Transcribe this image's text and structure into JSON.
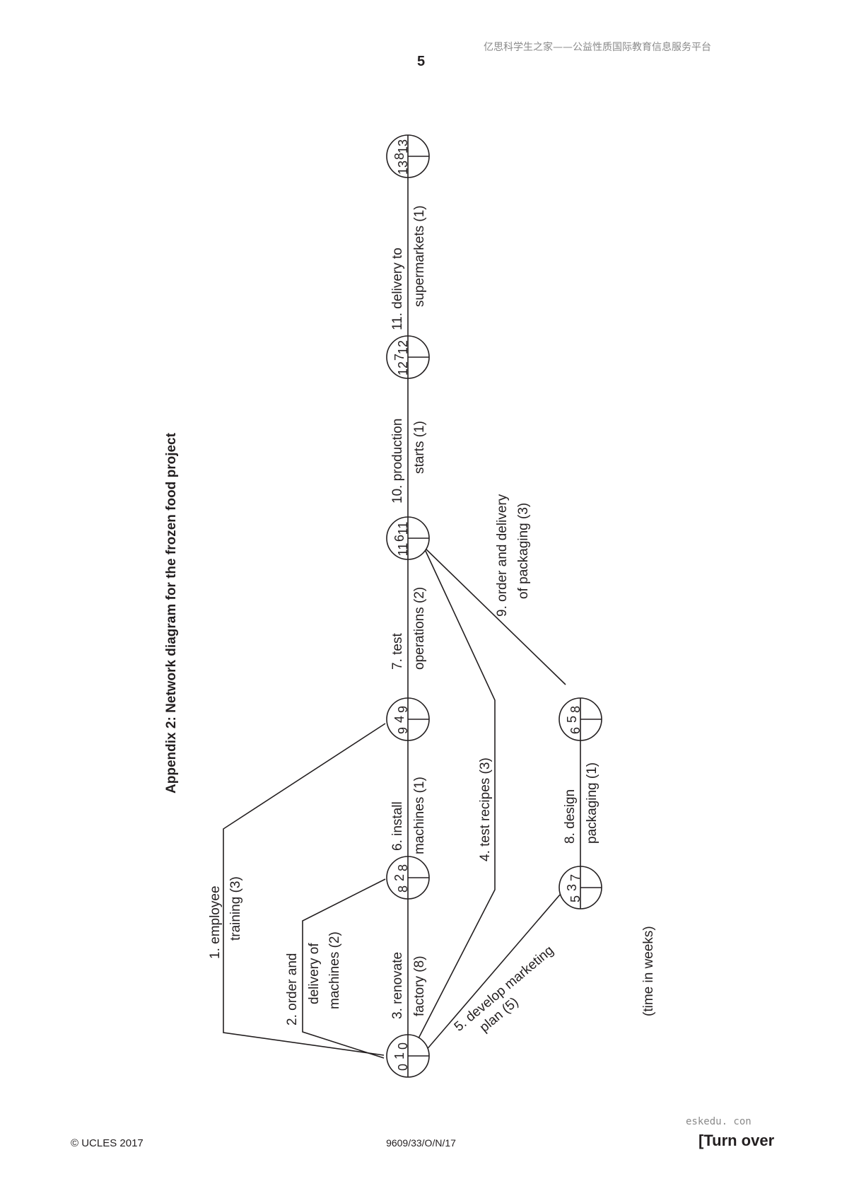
{
  "header": {
    "watermark": "亿思科学生之家——公益性质国际教育信息服务平台",
    "page_number": "5"
  },
  "title": "Appendix 2: Network diagram for the frozen food project",
  "nodes": [
    {
      "id": "1",
      "est": "0",
      "lft": "0"
    },
    {
      "id": "2",
      "est": "8",
      "lft": "8"
    },
    {
      "id": "3",
      "est": "5",
      "lft": "7"
    },
    {
      "id": "4",
      "est": "9",
      "lft": "9"
    },
    {
      "id": "5",
      "est": "6",
      "lft": "8"
    },
    {
      "id": "6",
      "est": "11",
      "lft": "11"
    },
    {
      "id": "7",
      "est": "12",
      "lft": "12"
    },
    {
      "id": "8",
      "est": "13",
      "lft": "13"
    }
  ],
  "activities": {
    "a1": {
      "line1": "1. employee",
      "line2": "training (3)"
    },
    "a2": {
      "line1": "2. order and",
      "line2": "delivery of",
      "line3": "machines (2)"
    },
    "a3": {
      "line1": "3. renovate",
      "line2": "factory (8)"
    },
    "a4": {
      "line1": "4. test recipes (3)"
    },
    "a5": {
      "line1": "5. develop marketing",
      "line2": "plan (5)"
    },
    "a6": {
      "line1": "6. install",
      "line2": "machines (1)"
    },
    "a7": {
      "line1": "7. test",
      "line2": "operations (2)"
    },
    "a8": {
      "line1": "8. design",
      "line2": "packaging (1)"
    },
    "a9": {
      "line1": "9. order and delivery",
      "line2": "of packaging (3)"
    },
    "a10": {
      "line1": "10. production",
      "line2": "starts (1)"
    },
    "a11": {
      "line1": "11. delivery to",
      "line2": "supermarkets (1)"
    }
  },
  "note": "(time in weeks)",
  "footer": {
    "copyright": "© UCLES 2017",
    "code": "9609/33/O/N/17",
    "site": "eskedu. con",
    "turn_over": "[Turn over"
  }
}
